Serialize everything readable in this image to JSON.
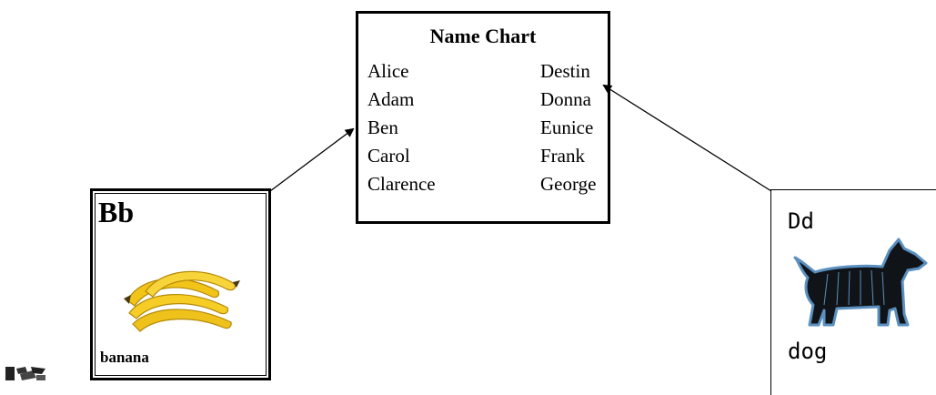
{
  "name_chart": {
    "title": "Name Chart",
    "names": [
      [
        "Alice",
        "Destin"
      ],
      [
        "Adam",
        "Donna"
      ],
      [
        "Ben",
        "Eunice"
      ],
      [
        "Carol",
        "Frank"
      ],
      [
        "Clarence",
        "George"
      ]
    ]
  },
  "card_b": {
    "letters": "Bb",
    "word": "banana",
    "image_icon": "banana-icon"
  },
  "card_d": {
    "letters": "Dd",
    "word": "dog",
    "image_icon": "dog-icon"
  },
  "colors": {
    "banana": "#f2c418",
    "dog_fill": "#101418",
    "dog_outline": "#5a8fbf"
  }
}
